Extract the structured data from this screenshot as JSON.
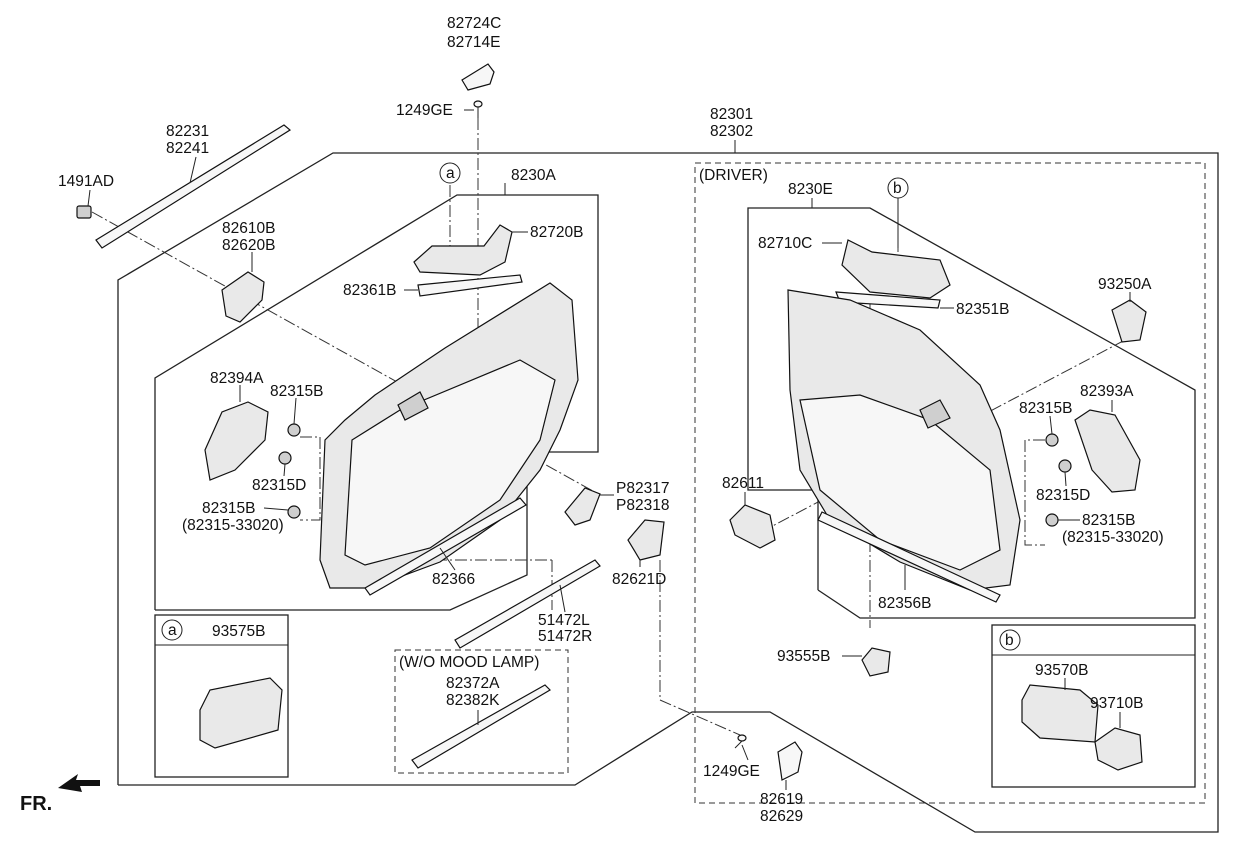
{
  "labels": {
    "l_82724c": "82724C",
    "l_82714e": "82714E",
    "l_1249ge_top": "1249GE",
    "l_82301": "82301",
    "l_82302": "82302",
    "l_82231": "82231",
    "l_82241": "82241",
    "l_1491ad": "1491AD",
    "l_8230a": "8230A",
    "l_ref_a": "a",
    "l_82720b": "82720B",
    "l_82610b": "82610B",
    "l_82620b": "82620B",
    "l_82361b": "82361B",
    "l_82394a": "82394A",
    "l_82315b_l1": "82315B",
    "l_82315d_l": "82315D",
    "l_82315b_l2": "82315B",
    "l_82315_33020_l": "(82315-33020)",
    "l_82366": "82366",
    "l_p82317": "P82317",
    "l_p82318": "P82318",
    "l_82621d": "82621D",
    "l_51472l": "51472L",
    "l_51472r": "51472R",
    "l_inset_a_circle": "a",
    "l_93575b": "93575B",
    "l_wo_mood_lamp": "(W/O MOOD LAMP)",
    "l_82372a": "82372A",
    "l_82382k": "82382K",
    "l_driver": "(DRIVER)",
    "l_8230e": "8230E",
    "l_ref_b": "b",
    "l_82710c": "82710C",
    "l_82351b": "82351B",
    "l_93250a": "93250A",
    "l_82315b_r1": "82315B",
    "l_82393a": "82393A",
    "l_82611": "82611",
    "l_82315d_r": "82315D",
    "l_82315b_r2": "82315B",
    "l_82315_33020_r": "(82315-33020)",
    "l_82356b": "82356B",
    "l_93555b": "93555B",
    "l_inset_b_circle": "b",
    "l_93570b": "93570B",
    "l_93710b": "93710B",
    "l_1249ge_bottom": "1249GE",
    "l_82619": "82619",
    "l_82629": "82629",
    "l_fr": "FR."
  }
}
